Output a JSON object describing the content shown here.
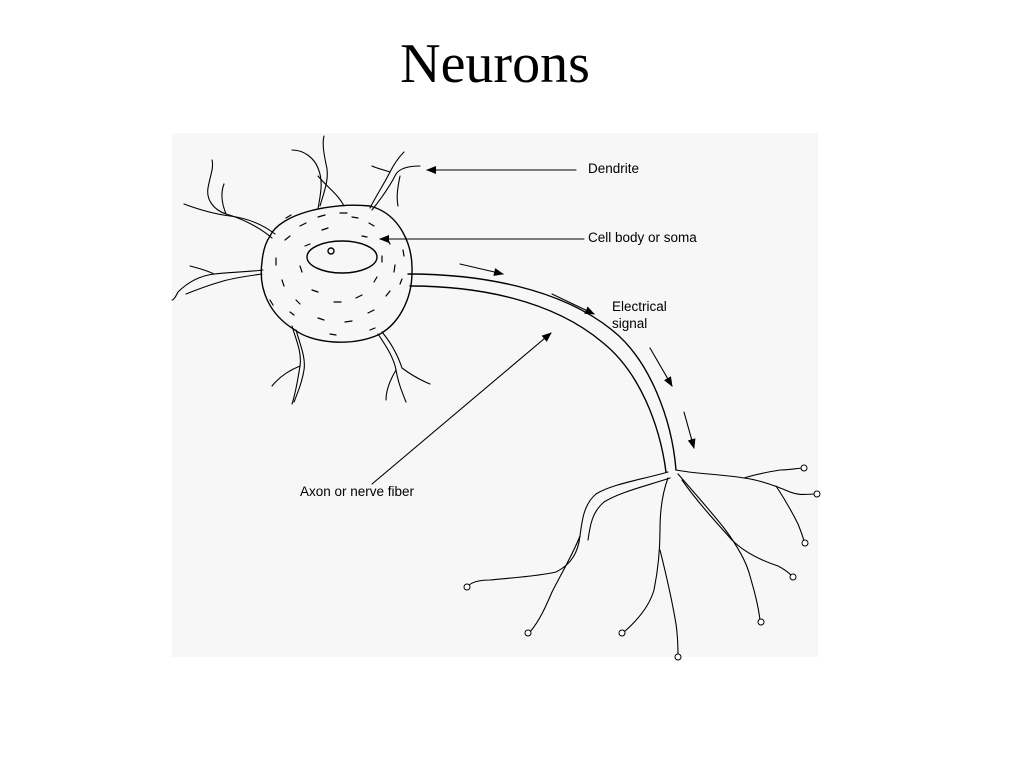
{
  "title": "Neurons",
  "labels": {
    "dendrite": "Dendrite",
    "cell_body": "Cell body or soma",
    "electrical_signal_line1": "Electrical",
    "electrical_signal_line2": "signal",
    "axon": "Axon or nerve fiber"
  }
}
